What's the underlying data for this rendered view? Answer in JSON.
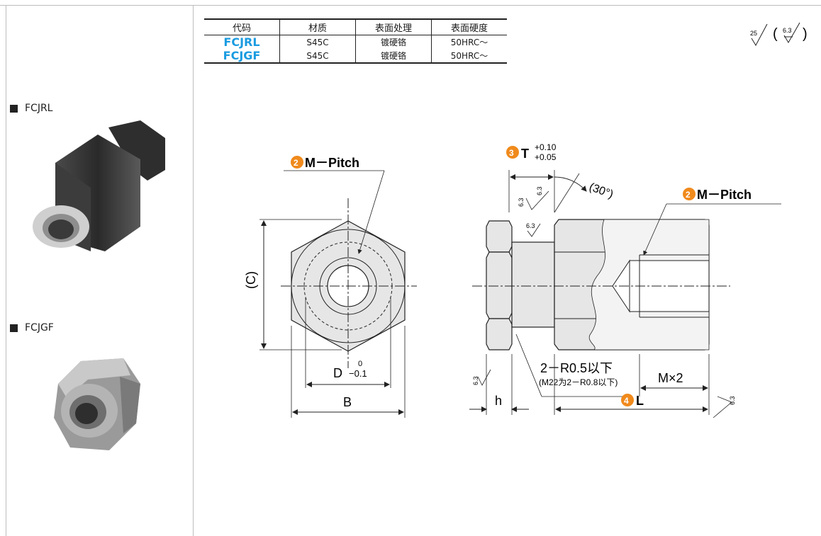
{
  "products": [
    {
      "label": "FCJRL"
    },
    {
      "label": "FCJGF"
    }
  ],
  "table": {
    "headers": [
      "代码",
      "材质",
      "表面处理",
      "表面硬度"
    ],
    "rows": [
      {
        "code": "FCJRL",
        "material": "S45C",
        "treatment": "镀硬铬",
        "hardness": "50HRC～"
      },
      {
        "code": "FCJGF",
        "material": "S45C",
        "treatment": "镀硬铬",
        "hardness": "50HRC～"
      }
    ]
  },
  "roughness": {
    "general": "25",
    "paren_inner": "6.3"
  },
  "drawing": {
    "front": {
      "m_num": "2",
      "m_label": "M－Pitch",
      "c_label": "(C)",
      "d_label": "D",
      "d_tol_upper": "0",
      "d_tol_lower": "−0.1",
      "b_label": "B"
    },
    "side": {
      "t_num": "3",
      "t_label": "T",
      "t_tol_upper": "+0.10",
      "t_tol_lower": "+0.05",
      "angle": "(30°)",
      "m_num": "2",
      "m_label": "M－Pitch",
      "r_main": "2－R0.5以下",
      "r_sub": "(M22为2－R0.8以下)",
      "mx2": "M×2",
      "h_label": "h",
      "l_num": "4",
      "l_label": "L",
      "rough_a": "6.3",
      "rough_b": "6.3",
      "rough_c": "6.3",
      "rough_d": "6.3",
      "rough_e": "6.3"
    }
  },
  "colors": {
    "accent_orange": "#f08a1c",
    "code_blue": "#1a9be0",
    "hex_fill": "#e6e6e6"
  }
}
